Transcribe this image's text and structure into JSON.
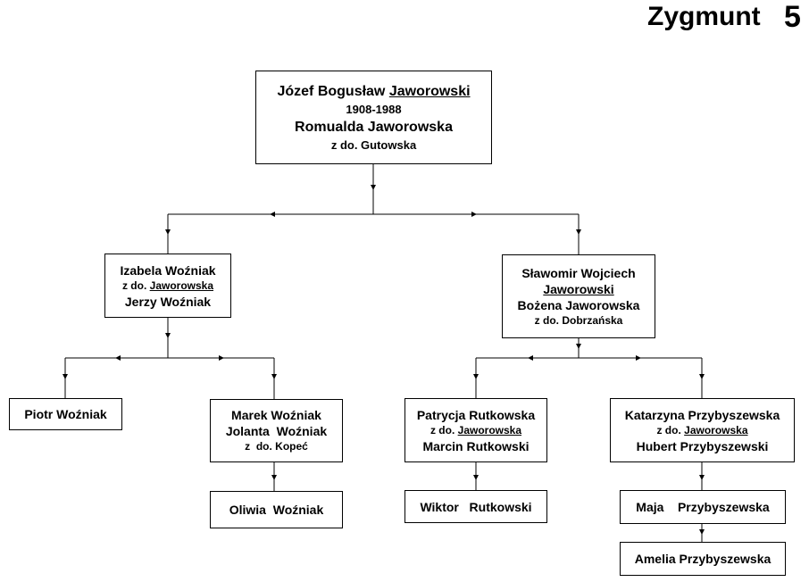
{
  "header": {
    "title": "Zygmunt",
    "number": "5"
  },
  "root": {
    "line1_pre": "Józef Bogusław ",
    "line1_u": "Jaworowski",
    "dates": "1908-1988",
    "spouse": "Romualda Jaworowska",
    "maiden": "z do. Gutowska"
  },
  "izabela": {
    "name": "Izabela Woźniak",
    "maiden_pre": "z do. ",
    "maiden_u": "Jaworowska",
    "spouse": "Jerzy Woźniak"
  },
  "slawomir": {
    "line1": "Sławomir Wojciech",
    "line2_u": "Jaworowski",
    "spouse": "Bożena Jaworowska",
    "maiden": "z do. Dobrzańska"
  },
  "piotr": {
    "name": "Piotr Woźniak"
  },
  "marek": {
    "name": "Marek Woźniak",
    "spouse": "Jolanta  Woźniak",
    "maiden": "z  do. Kopeć"
  },
  "oliwia": {
    "name": "Oliwia  Woźniak"
  },
  "patrycja": {
    "name": "Patrycja Rutkowska",
    "maiden_pre": "z do. ",
    "maiden_u": "Jaworowska",
    "spouse": "Marcin Rutkowski"
  },
  "wiktor": {
    "name": "Wiktor   Rutkowski"
  },
  "katarzyna": {
    "name": "Katarzyna Przybyszewska",
    "maiden_pre": "z do. ",
    "maiden_u": "Jaworowska",
    "spouse": "Hubert Przybyszewski"
  },
  "maja": {
    "name": "Maja    Przybyszewska"
  },
  "amelia": {
    "name": "Amelia Przybyszewska"
  }
}
